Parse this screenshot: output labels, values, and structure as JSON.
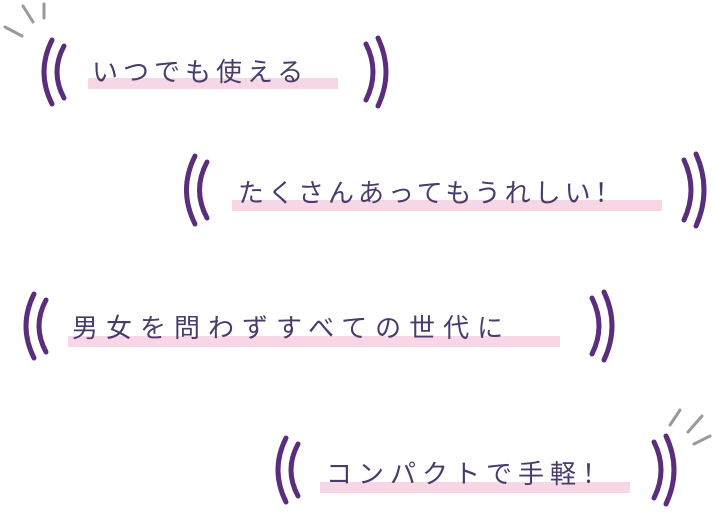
{
  "phrases": [
    {
      "text": "いつでも使える"
    },
    {
      "text": "たくさんあってもうれしい！"
    },
    {
      "text": "男女を問わずすべての世代に"
    },
    {
      "text": "コンパクトで手軽！"
    }
  ],
  "colors": {
    "bracket": "#5b2d7d",
    "text": "#4a3b6b",
    "highlight": "#f7d7e6",
    "accent_lines": "#9a9a9a"
  }
}
